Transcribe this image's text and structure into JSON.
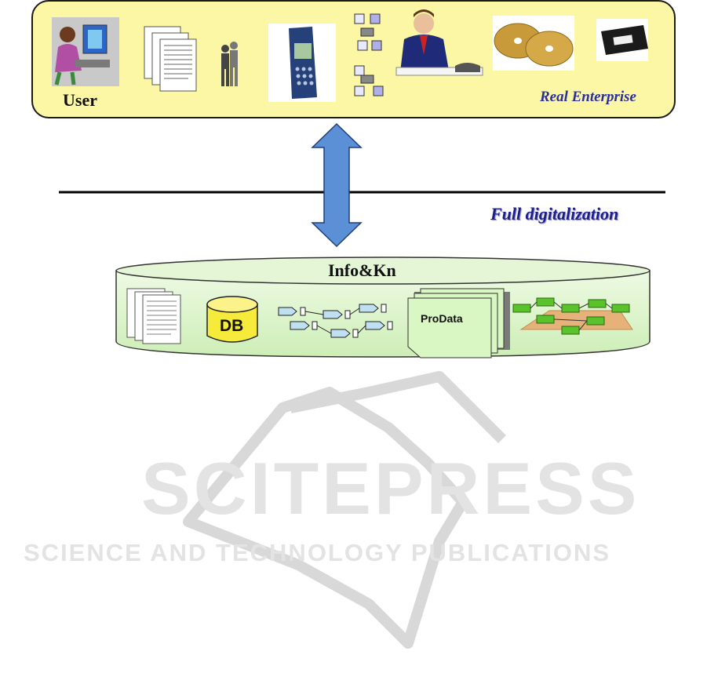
{
  "diagram": {
    "top": {
      "user_label": "User",
      "caption": "Real Enterprise",
      "icons": [
        "user-at-computer",
        "documents",
        "people",
        "mobile-phone",
        "process-flow",
        "businessman-on-phone",
        "cds",
        "videotape"
      ]
    },
    "divider_caption": "Full digitalization",
    "arrow": "bidirectional",
    "bottom": {
      "title": "Info&Kn",
      "db_label": "DB",
      "prodata_label": "ProData"
    }
  },
  "watermark": {
    "name": "SCITEPRESS",
    "tagline": "SCIENCE AND TECHNOLOGY PUBLICATIONS"
  },
  "colors": {
    "top_fill": "#fbf7a4",
    "cylinder_fill": "#d6f2c4",
    "arrow_fill": "#5b8fd6",
    "caption_blue": "#2b2f9e"
  }
}
